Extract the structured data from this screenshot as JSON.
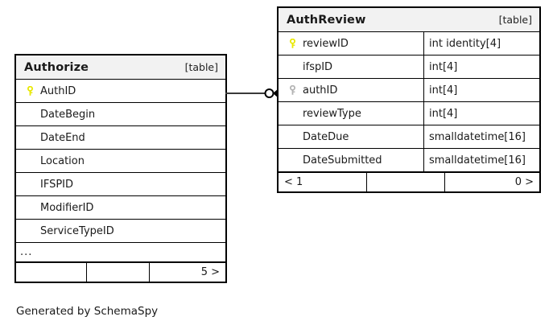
{
  "diagram": {
    "type": "entity-relationship-diagram",
    "generator_caption": "Generated by SchemaSpy",
    "colors": {
      "primary_key": "#e8e800",
      "foreign_key": "#b3b3b3",
      "table_header_bg": "#f2f2f2",
      "border": "#000000",
      "text": "#1a1a1a",
      "background": "#ffffff"
    },
    "tables": [
      {
        "id": "authorize",
        "name": "Authorize",
        "tag": "[table]",
        "columns": [
          {
            "key": "primary",
            "name": "AuthID",
            "type": ""
          },
          {
            "key": "none",
            "name": "DateBegin",
            "type": ""
          },
          {
            "key": "none",
            "name": "DateEnd",
            "type": ""
          },
          {
            "key": "none",
            "name": "Location",
            "type": ""
          },
          {
            "key": "none",
            "name": "IFSPID",
            "type": ""
          },
          {
            "key": "none",
            "name": "ModifierID",
            "type": ""
          },
          {
            "key": "none",
            "name": "ServiceTypeID",
            "type": ""
          }
        ],
        "more_indicator": "...",
        "footer": {
          "left": "",
          "middle": "",
          "right": "5 >"
        }
      },
      {
        "id": "authreview",
        "name": "AuthReview",
        "tag": "[table]",
        "columns": [
          {
            "key": "primary",
            "name": "reviewID",
            "type": "int identity[4]"
          },
          {
            "key": "none",
            "name": "ifspID",
            "type": "int[4]"
          },
          {
            "key": "foreign",
            "name": "authID",
            "type": "int[4]"
          },
          {
            "key": "none",
            "name": "reviewType",
            "type": "int[4]"
          },
          {
            "key": "none",
            "name": "DateDue",
            "type": "smalldatetime[16]"
          },
          {
            "key": "none",
            "name": "DateSubmitted",
            "type": "smalldatetime[16]"
          }
        ],
        "more_indicator": "",
        "footer": {
          "left": "< 1",
          "middle": "",
          "right": "0 >"
        }
      }
    ],
    "relationship": {
      "from_table": "Authorize",
      "from_column": "AuthID",
      "to_table": "AuthReview",
      "to_column": "authID",
      "source_cardinality": "zero-or-one",
      "target_cardinality": "many"
    }
  }
}
